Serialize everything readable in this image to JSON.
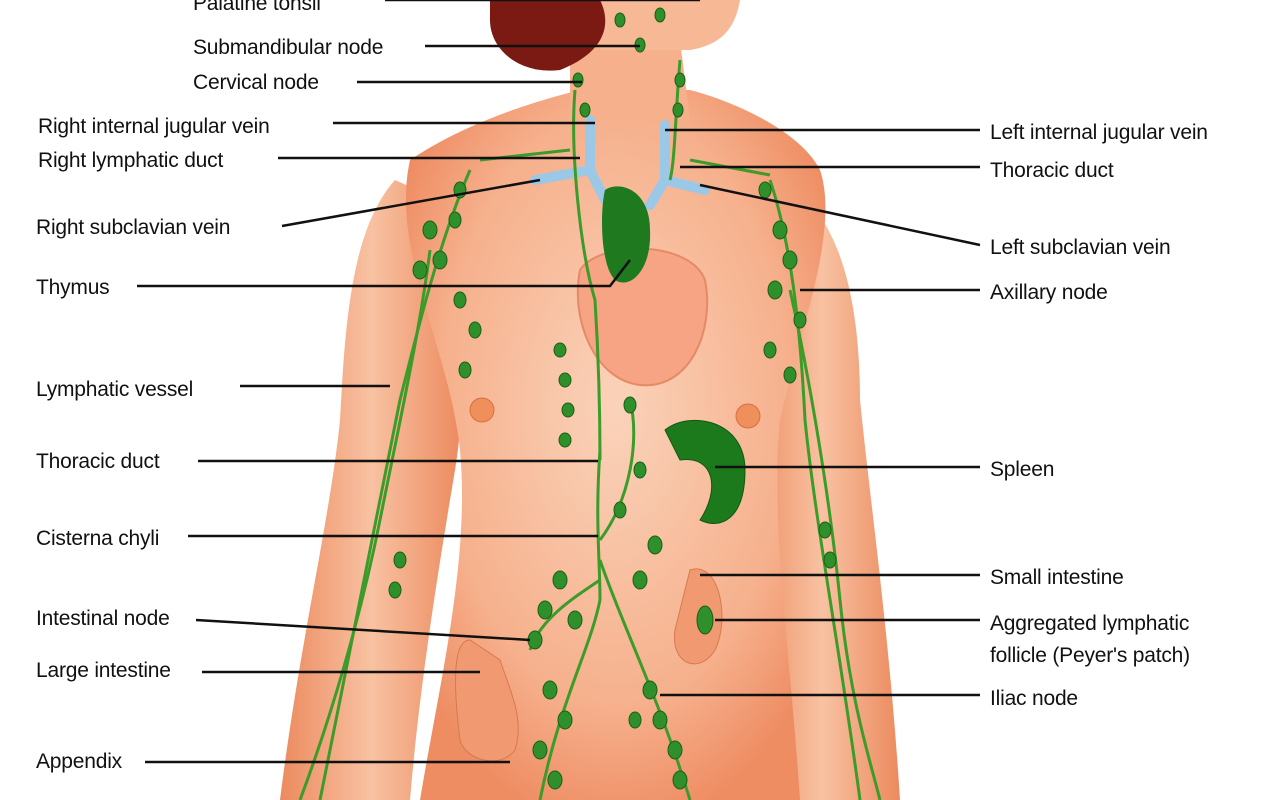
{
  "left_labels": {
    "palatine_tonsil": "Palatine tonsil",
    "submandibular_node": "Submandibular node",
    "cervical_node": "Cervical node",
    "right_internal_jugular_vein": "Right internal jugular vein",
    "right_lymphatic_duct": "Right lymphatic duct",
    "right_subclavian_vein": "Right subclavian vein",
    "thymus": "Thymus",
    "lymphatic_vessel": "Lymphatic vessel",
    "thoracic_duct": "Thoracic duct",
    "cisterna_chyli": "Cisterna chyli",
    "intestinal_node": "Intestinal node",
    "large_intestine": "Large intestine",
    "appendix": "Appendix"
  },
  "right_labels": {
    "left_internal_jugular_vein": "Left internal jugular vein",
    "thoracic_duct": "Thoracic duct",
    "left_subclavian_vein": "Left subclavian vein",
    "axillary_node": "Axillary node",
    "spleen": "Spleen",
    "small_intestine": "Small intestine",
    "aggregated_follicle_line1": "Aggregated lymphatic",
    "aggregated_follicle_line2": "follicle (Peyer's patch)",
    "iliac_node": "Iliac node"
  },
  "colors": {
    "skin": "#f3a27c",
    "skin_light": "#f9ccb0",
    "lymph": "#2f8f2a",
    "vein": "#9cc8e8",
    "hair": "#7a1a12",
    "line": "#111111"
  }
}
